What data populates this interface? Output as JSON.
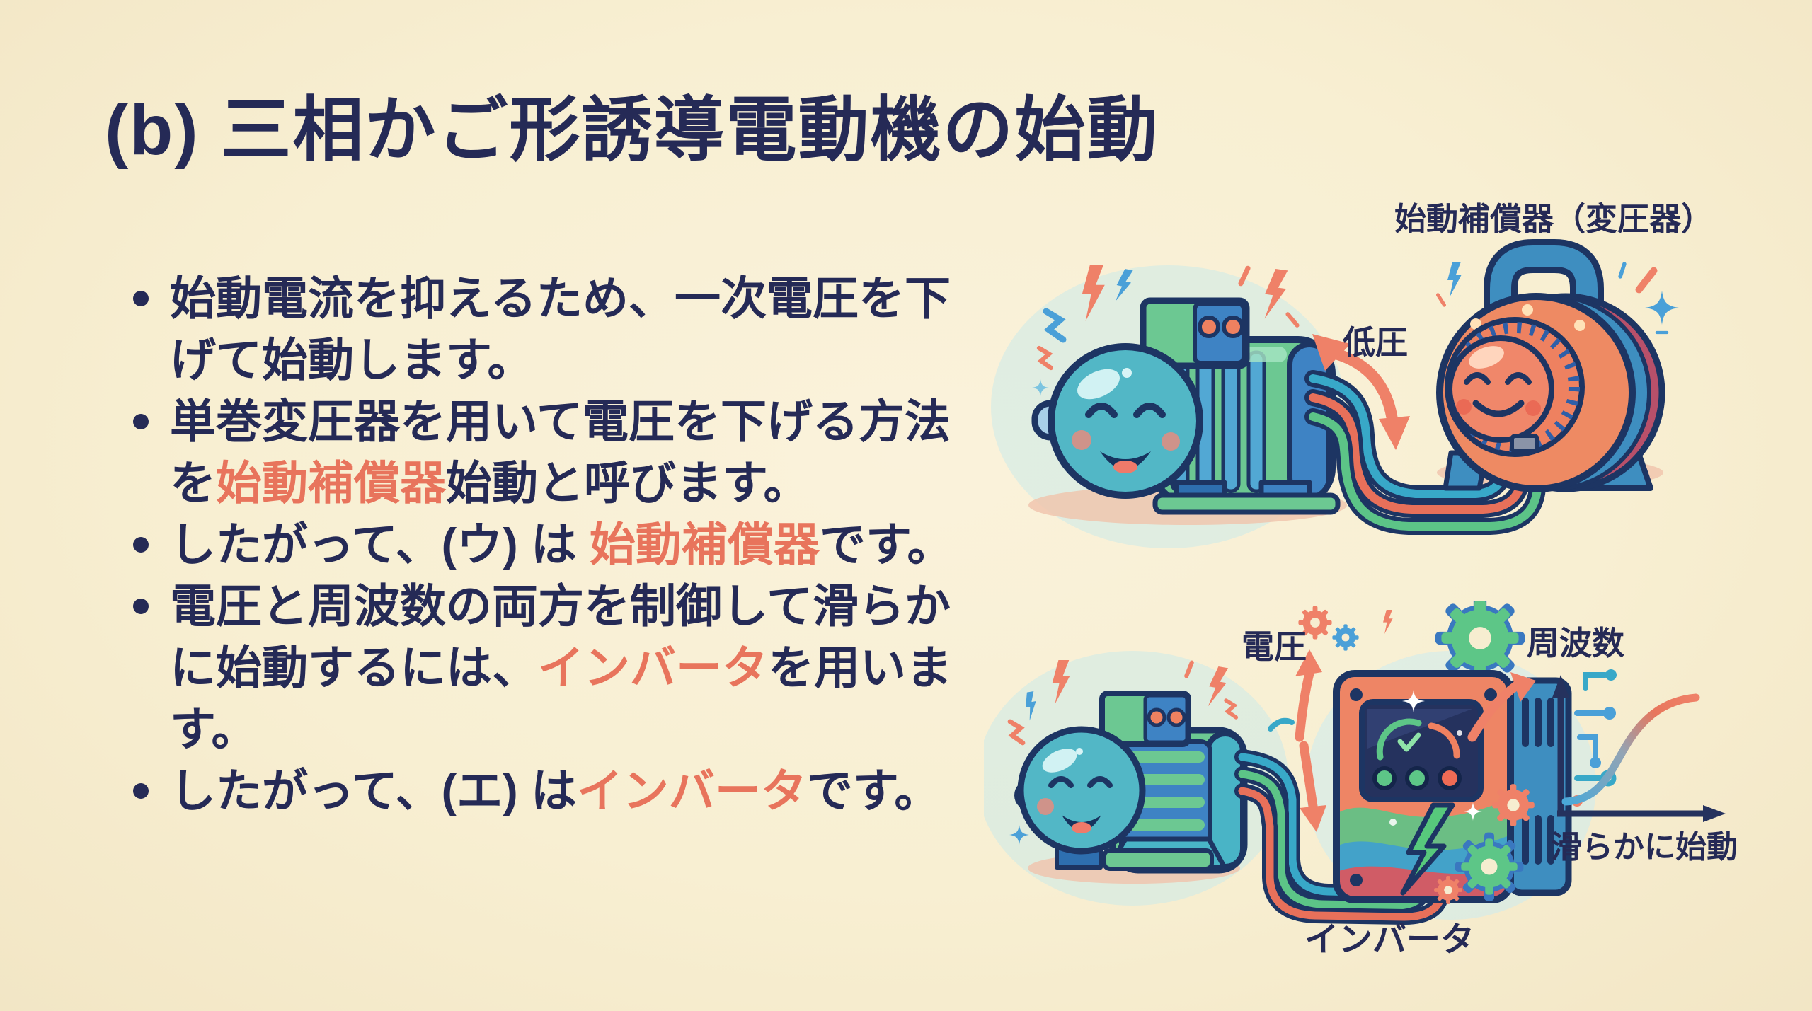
{
  "slide": {
    "title": "(b) 三相かご形誘導電動機の始動",
    "bullets": [
      {
        "segments": [
          {
            "text": "始動電流を抑えるため、一次電圧を下げて始動します。",
            "highlight": false
          }
        ]
      },
      {
        "segments": [
          {
            "text": "単巻変圧器を用いて電圧を下げる方法を",
            "highlight": false
          },
          {
            "text": "始動補償器",
            "highlight": true
          },
          {
            "text": "始動と呼びます。",
            "highlight": false
          }
        ]
      },
      {
        "segments": [
          {
            "text": "したがって、(ウ) は ",
            "highlight": false
          },
          {
            "text": "始動補償器",
            "highlight": true
          },
          {
            "text": "です。",
            "highlight": false
          }
        ]
      },
      {
        "segments": [
          {
            "text": "電圧と周波数の両方を制御して滑らかに始動するには、",
            "highlight": false
          },
          {
            "text": "インバータ",
            "highlight": true
          },
          {
            "text": "を用います。",
            "highlight": false
          }
        ]
      },
      {
        "segments": [
          {
            "text": "したがって、(エ) は",
            "highlight": false
          },
          {
            "text": "インバータ",
            "highlight": true
          },
          {
            "text": "です。",
            "highlight": false
          }
        ]
      }
    ]
  },
  "illustrations": {
    "top": {
      "caption": "始動補償器（変圧器）",
      "arrow_label": "低圧",
      "icons": [
        "motor-icon",
        "transformer-icon",
        "cable-lines",
        "low-voltage-arrow-icon",
        "lightning-icons",
        "sparkle-icons"
      ]
    },
    "bottom": {
      "label_voltage": "電圧",
      "label_frequency": "周波数",
      "label_inverter": "インバータ",
      "label_smooth_start": "滑らかに始動",
      "icons": [
        "motor-icon",
        "inverter-icon",
        "gear-icons",
        "cable-lines",
        "voltage-arrows",
        "frequency-arrow-icon",
        "circuit-trace-icons",
        "startup-curve-chart",
        "lightning-icons"
      ],
      "graph": {
        "type": "line",
        "shape": "s-curve",
        "meaning": "滑らかに始動"
      }
    }
  },
  "palette": {
    "background": "#f8efd2",
    "text_navy": "#252a56",
    "highlight_orange": "#e8745c",
    "outline_navy": "#1d3563",
    "motor_teal": "#52b7c6",
    "motor_green": "#6cc892",
    "motor_blue": "#3e83c4",
    "transformer_orange": "#ee8a63",
    "handle_blue": "#3e8ec0",
    "cable_teal": "#38a8c8",
    "cable_green": "#5cc487",
    "cable_salmon": "#e8705a",
    "arrow_salmon": "#ef8168",
    "gear_green": "#5dc687",
    "gear_blue": "#4aa0d8",
    "curve_blue": "#4aa8d8",
    "shadow_pink": "#f0c3ab"
  }
}
